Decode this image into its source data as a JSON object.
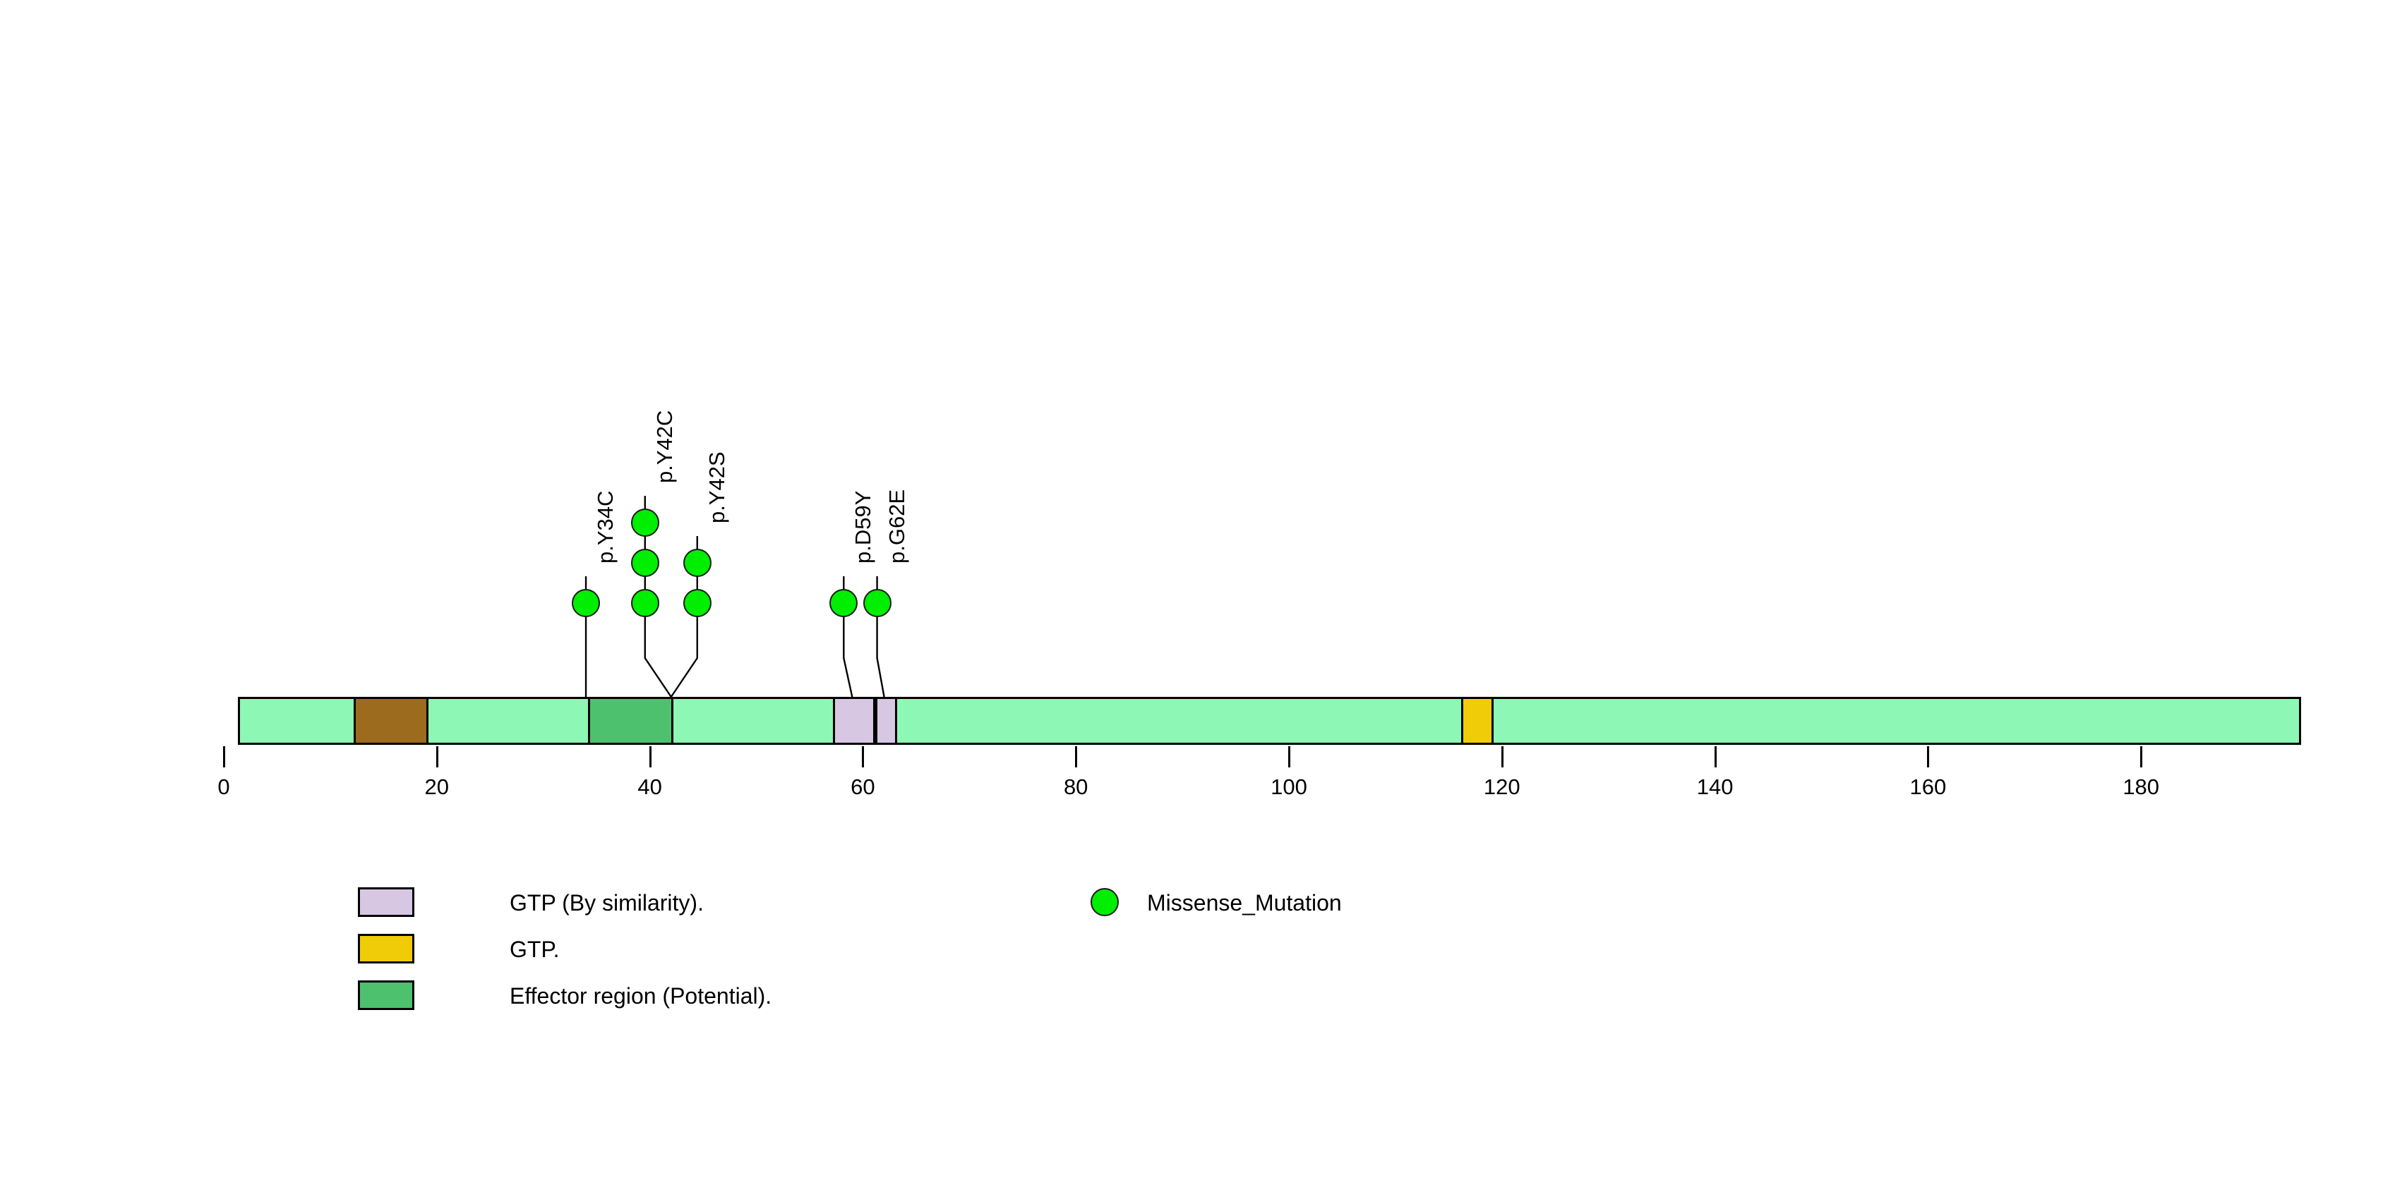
{
  "chart_data": {
    "type": "lollipop",
    "title": "",
    "xlabel": "",
    "ylabel": "",
    "xlim": [
      0,
      195
    ],
    "axis_ticks": [
      0,
      20,
      40,
      60,
      80,
      100,
      120,
      140,
      160,
      180
    ],
    "grid": false,
    "protein_length": 195,
    "backbone_color": "#8DF7B5",
    "domains": [
      {
        "name": "unnamed-brown-region",
        "start": 12,
        "end": 19,
        "color": "#9C6B1E",
        "legend": false
      },
      {
        "name": "Effector region (Potential).",
        "start": 34,
        "end": 42,
        "color": "#4EC16E",
        "legend": true
      },
      {
        "name": "GTP (By similarity).",
        "start": 57,
        "end": 61,
        "color": "#D7C7E3",
        "legend": true
      },
      {
        "name": "GTP (By similarity).",
        "start": 61,
        "end": 63,
        "color": "#D7C7E3",
        "legend": true
      },
      {
        "name": "GTP.",
        "start": 116,
        "end": 119,
        "color": "#F0CC08",
        "legend": true
      }
    ],
    "mutations": [
      {
        "label": "p.Y34C",
        "position": 34,
        "count": 1,
        "type": "Missense_Mutation",
        "color": "#00EE00"
      },
      {
        "label": "p.Y42C",
        "position": 42,
        "count": 3,
        "type": "Missense_Mutation",
        "color": "#00EE00"
      },
      {
        "label": "p.Y42S",
        "position": 42,
        "count": 2,
        "type": "Missense_Mutation",
        "color": "#00EE00"
      },
      {
        "label": "p.D59Y",
        "position": 59,
        "count": 1,
        "type": "Missense_Mutation",
        "color": "#00EE00"
      },
      {
        "label": "p.G62E",
        "position": 62,
        "count": 1,
        "type": "Missense_Mutation",
        "color": "#00EE00"
      }
    ]
  },
  "domain_legend": {
    "items": [
      {
        "label": "GTP (By similarity).",
        "color": "#D7C7E3"
      },
      {
        "label": "GTP.",
        "color": "#F0CC08"
      },
      {
        "label": "Effector region (Potential).",
        "color": "#4EC16E"
      }
    ]
  },
  "mutation_legend": {
    "items": [
      {
        "label": "Missense_Mutation",
        "color": "#00EE00",
        "shape": "circle"
      }
    ]
  }
}
